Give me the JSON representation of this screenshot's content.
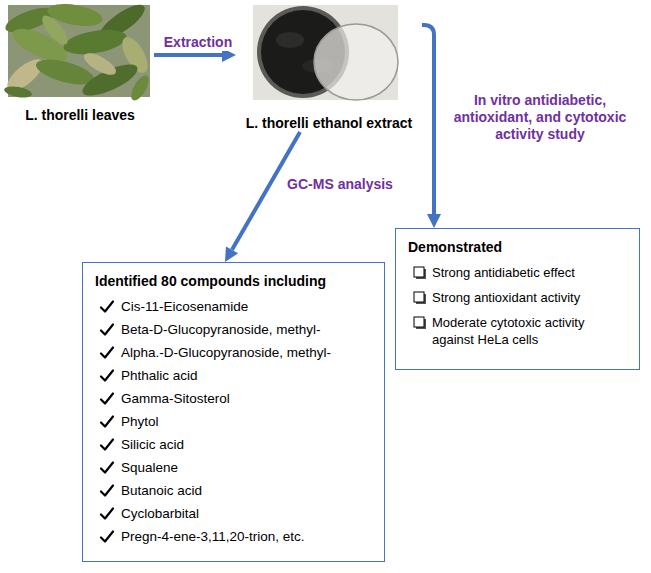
{
  "diagram": {
    "nodes": [
      {
        "text": [
          "L. thorelli leaves"
        ]
      },
      {
        "text": [
          "L. thorelli ethanol extract"
        ]
      },
      {
        "text": [
          "Identified 80 compounds including",
          "Cis-11-Eicosenamide",
          "Beta-D-Glucopyranoside, methyl-",
          "Alpha.-D-Glucopyranoside, methyl-",
          "Phthalic acid",
          "Gamma-Sitosterol",
          "Phytol",
          "Silicic acid",
          "Squalene",
          "Butanoic acid",
          "Cyclobarbital",
          "Pregn-4-ene-3,11,20-trion, etc."
        ]
      },
      {
        "text": [
          "Demonstrated",
          "Strong antidiabetic effect",
          "Strong antioxidant activity",
          "Moderate cytotoxic activity against HeLa cells"
        ]
      }
    ],
    "edges": [
      {
        "from": 0,
        "to": 1,
        "arrow": "to",
        "label": "Extraction"
      },
      {
        "from": 1,
        "to": 2,
        "arrow": "to",
        "label": "GC-MS analysis"
      },
      {
        "from": 1,
        "to": 3,
        "arrow": "to",
        "label": "In vitro antidiabetic, antioxidant, and cytotoxic activity study"
      }
    ]
  }
}
